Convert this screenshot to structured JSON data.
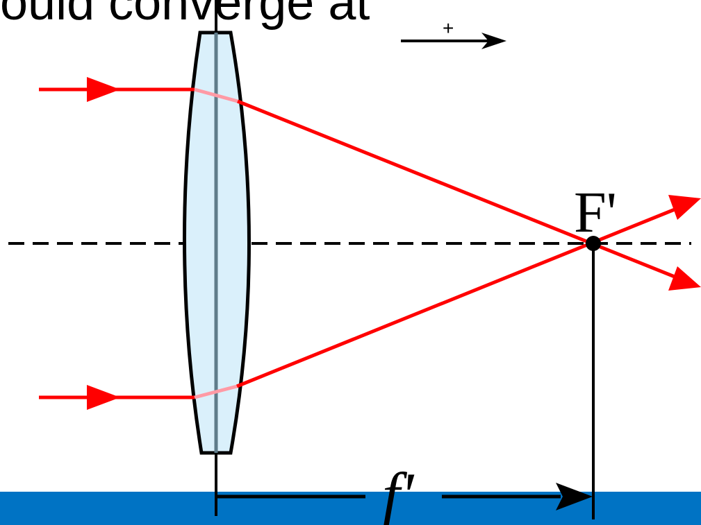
{
  "caption": {
    "text": "ould converge at"
  },
  "labels": {
    "focal_point": "F'",
    "focal_length": "f'",
    "direction_sign": "+"
  },
  "colors": {
    "ray": "#ff0000",
    "lens_fill": "#daf0fb",
    "lens_axis": "#5f7c8a",
    "bottom_band": "#0073c4",
    "ink": "#000000"
  }
}
